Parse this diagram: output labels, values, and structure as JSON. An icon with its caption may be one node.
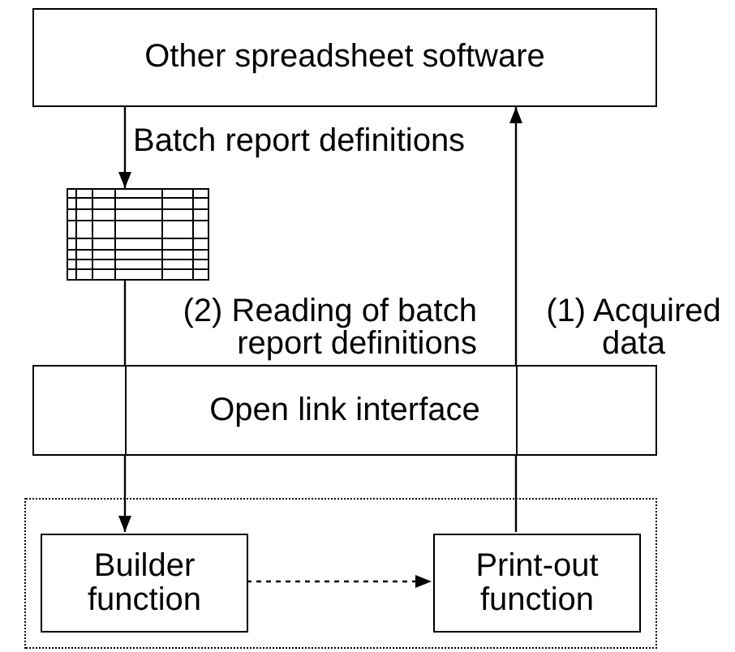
{
  "diagram": {
    "nodes": [
      {
        "text": [
          "Other spreadsheet software"
        ]
      },
      {
        "text": [],
        "shape": "picture"
      },
      {
        "text": [
          "Open link interface"
        ]
      },
      {
        "text": [],
        "shape": "box"
      },
      {
        "text": [
          "Builder function"
        ],
        "in": 3
      },
      {
        "text": [
          "Print-out function"
        ],
        "in": 3
      }
    ],
    "edges": [
      {
        "from": 0,
        "to": 1,
        "arrow": "to",
        "label": "Batch report definitions"
      },
      {
        "from": 1,
        "to": 2,
        "arrow": "none",
        "label": "(2) Reading of batch report definitions"
      },
      {
        "from": 2,
        "to": 4,
        "arrow": "to"
      },
      {
        "from": 4,
        "to": 5,
        "arrow": "to",
        "style": "dashed"
      },
      {
        "from": 5,
        "to": 2,
        "arrow": "none"
      },
      {
        "from": 2,
        "to": 0,
        "arrow": "to",
        "label": "(1) Acquired data"
      }
    ]
  }
}
